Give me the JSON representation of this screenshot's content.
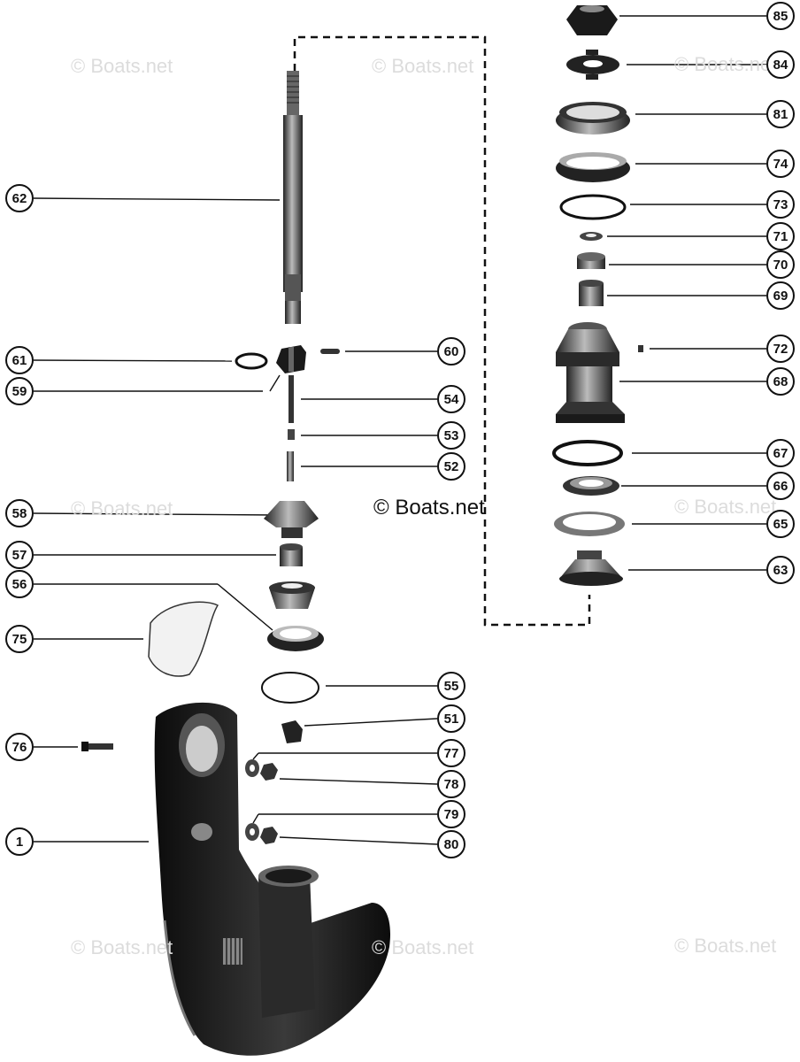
{
  "watermark": "© Boats.net",
  "copyright": "© Boats.net",
  "parts": [
    "85",
    "84",
    "81",
    "74",
    "73",
    "71",
    "70",
    "69",
    "72",
    "68",
    "67",
    "66",
    "65",
    "63",
    "62",
    "61",
    "59",
    "60",
    "54",
    "53",
    "52",
    "58",
    "57",
    "56",
    "75",
    "55",
    "51",
    "76",
    "77",
    "78",
    "79",
    "80",
    "1"
  ]
}
